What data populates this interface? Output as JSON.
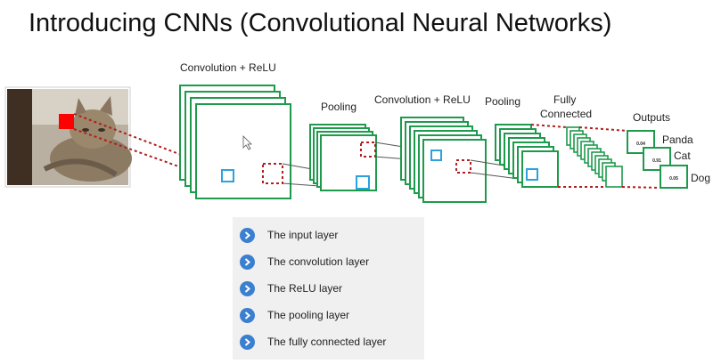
{
  "title": "Introducing CNNs (Convolutional Neural Networks)",
  "stages": {
    "conv_relu_1": "Convolution + ReLU",
    "pooling_1": "Pooling",
    "conv_relu_2": "Convolution + ReLU",
    "pooling_2": "Pooling",
    "fully_connected_line1": "Fully",
    "fully_connected_line2": "Connected",
    "outputs": "Outputs"
  },
  "outputs": [
    {
      "label": "Panda",
      "value": "0.04"
    },
    {
      "label": "Cat",
      "value": "0.91"
    },
    {
      "label": "Dog",
      "value": "0.05"
    }
  ],
  "legend": [
    {
      "label": "The input layer"
    },
    {
      "label": "The convolution layer"
    },
    {
      "label": "The ReLU layer"
    },
    {
      "label": "The pooling layer"
    },
    {
      "label": "The fully connected layer"
    }
  ],
  "colors": {
    "layer_green": "#1e9a4c",
    "filter_blue": "#2aa3dc",
    "receptive_red": "#b01e1e",
    "legend_icon": "#3a7fd0"
  }
}
